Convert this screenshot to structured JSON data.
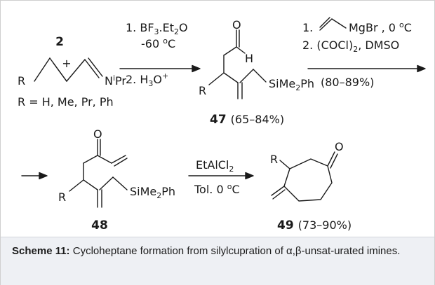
{
  "scheme": {
    "reactant": {
      "number": "2",
      "charge": "+",
      "r_group": "R",
      "n_part": "N",
      "n_sup": "i",
      "n_tail": "Pr",
      "substituents": "R = H, Me, Pr, Ph"
    },
    "step1": {
      "line1": "1. BF",
      "line1_sub": "3",
      "line1_tail": ".Et",
      "line1_sub2": "2",
      "line1_end": "O",
      "line2_temp": "-60 ",
      "deg": "o",
      "unit": "C",
      "line3": "2. H",
      "line3_sub": "3",
      "line3_tail": "O",
      "line3_sup": "+"
    },
    "product47": {
      "o_label": "O",
      "h_label": "H",
      "r_label": "R",
      "si_label": "SiMe",
      "si_sub": "2",
      "si_tail": "Ph",
      "number": "47",
      "yield": "(65–84%)"
    },
    "step2": {
      "line1_prefix": "1.",
      "line1_reagent": "MgBr , 0 ",
      "deg": "o",
      "unit": "C",
      "line2": "2. (COCl)",
      "line2_sub": "2",
      "line2_tail": ", DMSO",
      "yield": "(80–89%)"
    },
    "product48": {
      "o_label": "O",
      "r_label": "R",
      "si_label": "SiMe",
      "si_sub": "2",
      "si_tail": "Ph",
      "number": "48"
    },
    "step3": {
      "reagent": "EtAlCl",
      "reagent_sub": "2",
      "conditions": "Tol. 0 ",
      "deg": "o",
      "unit": "C"
    },
    "product49": {
      "o_label": "O",
      "r_label": "R",
      "number": "49",
      "yield": "(73–90%)"
    }
  },
  "caption": {
    "label": "Scheme 11:",
    "text": " Cycloheptane formation from silylcupration of α,β-unsat-urated imines."
  }
}
